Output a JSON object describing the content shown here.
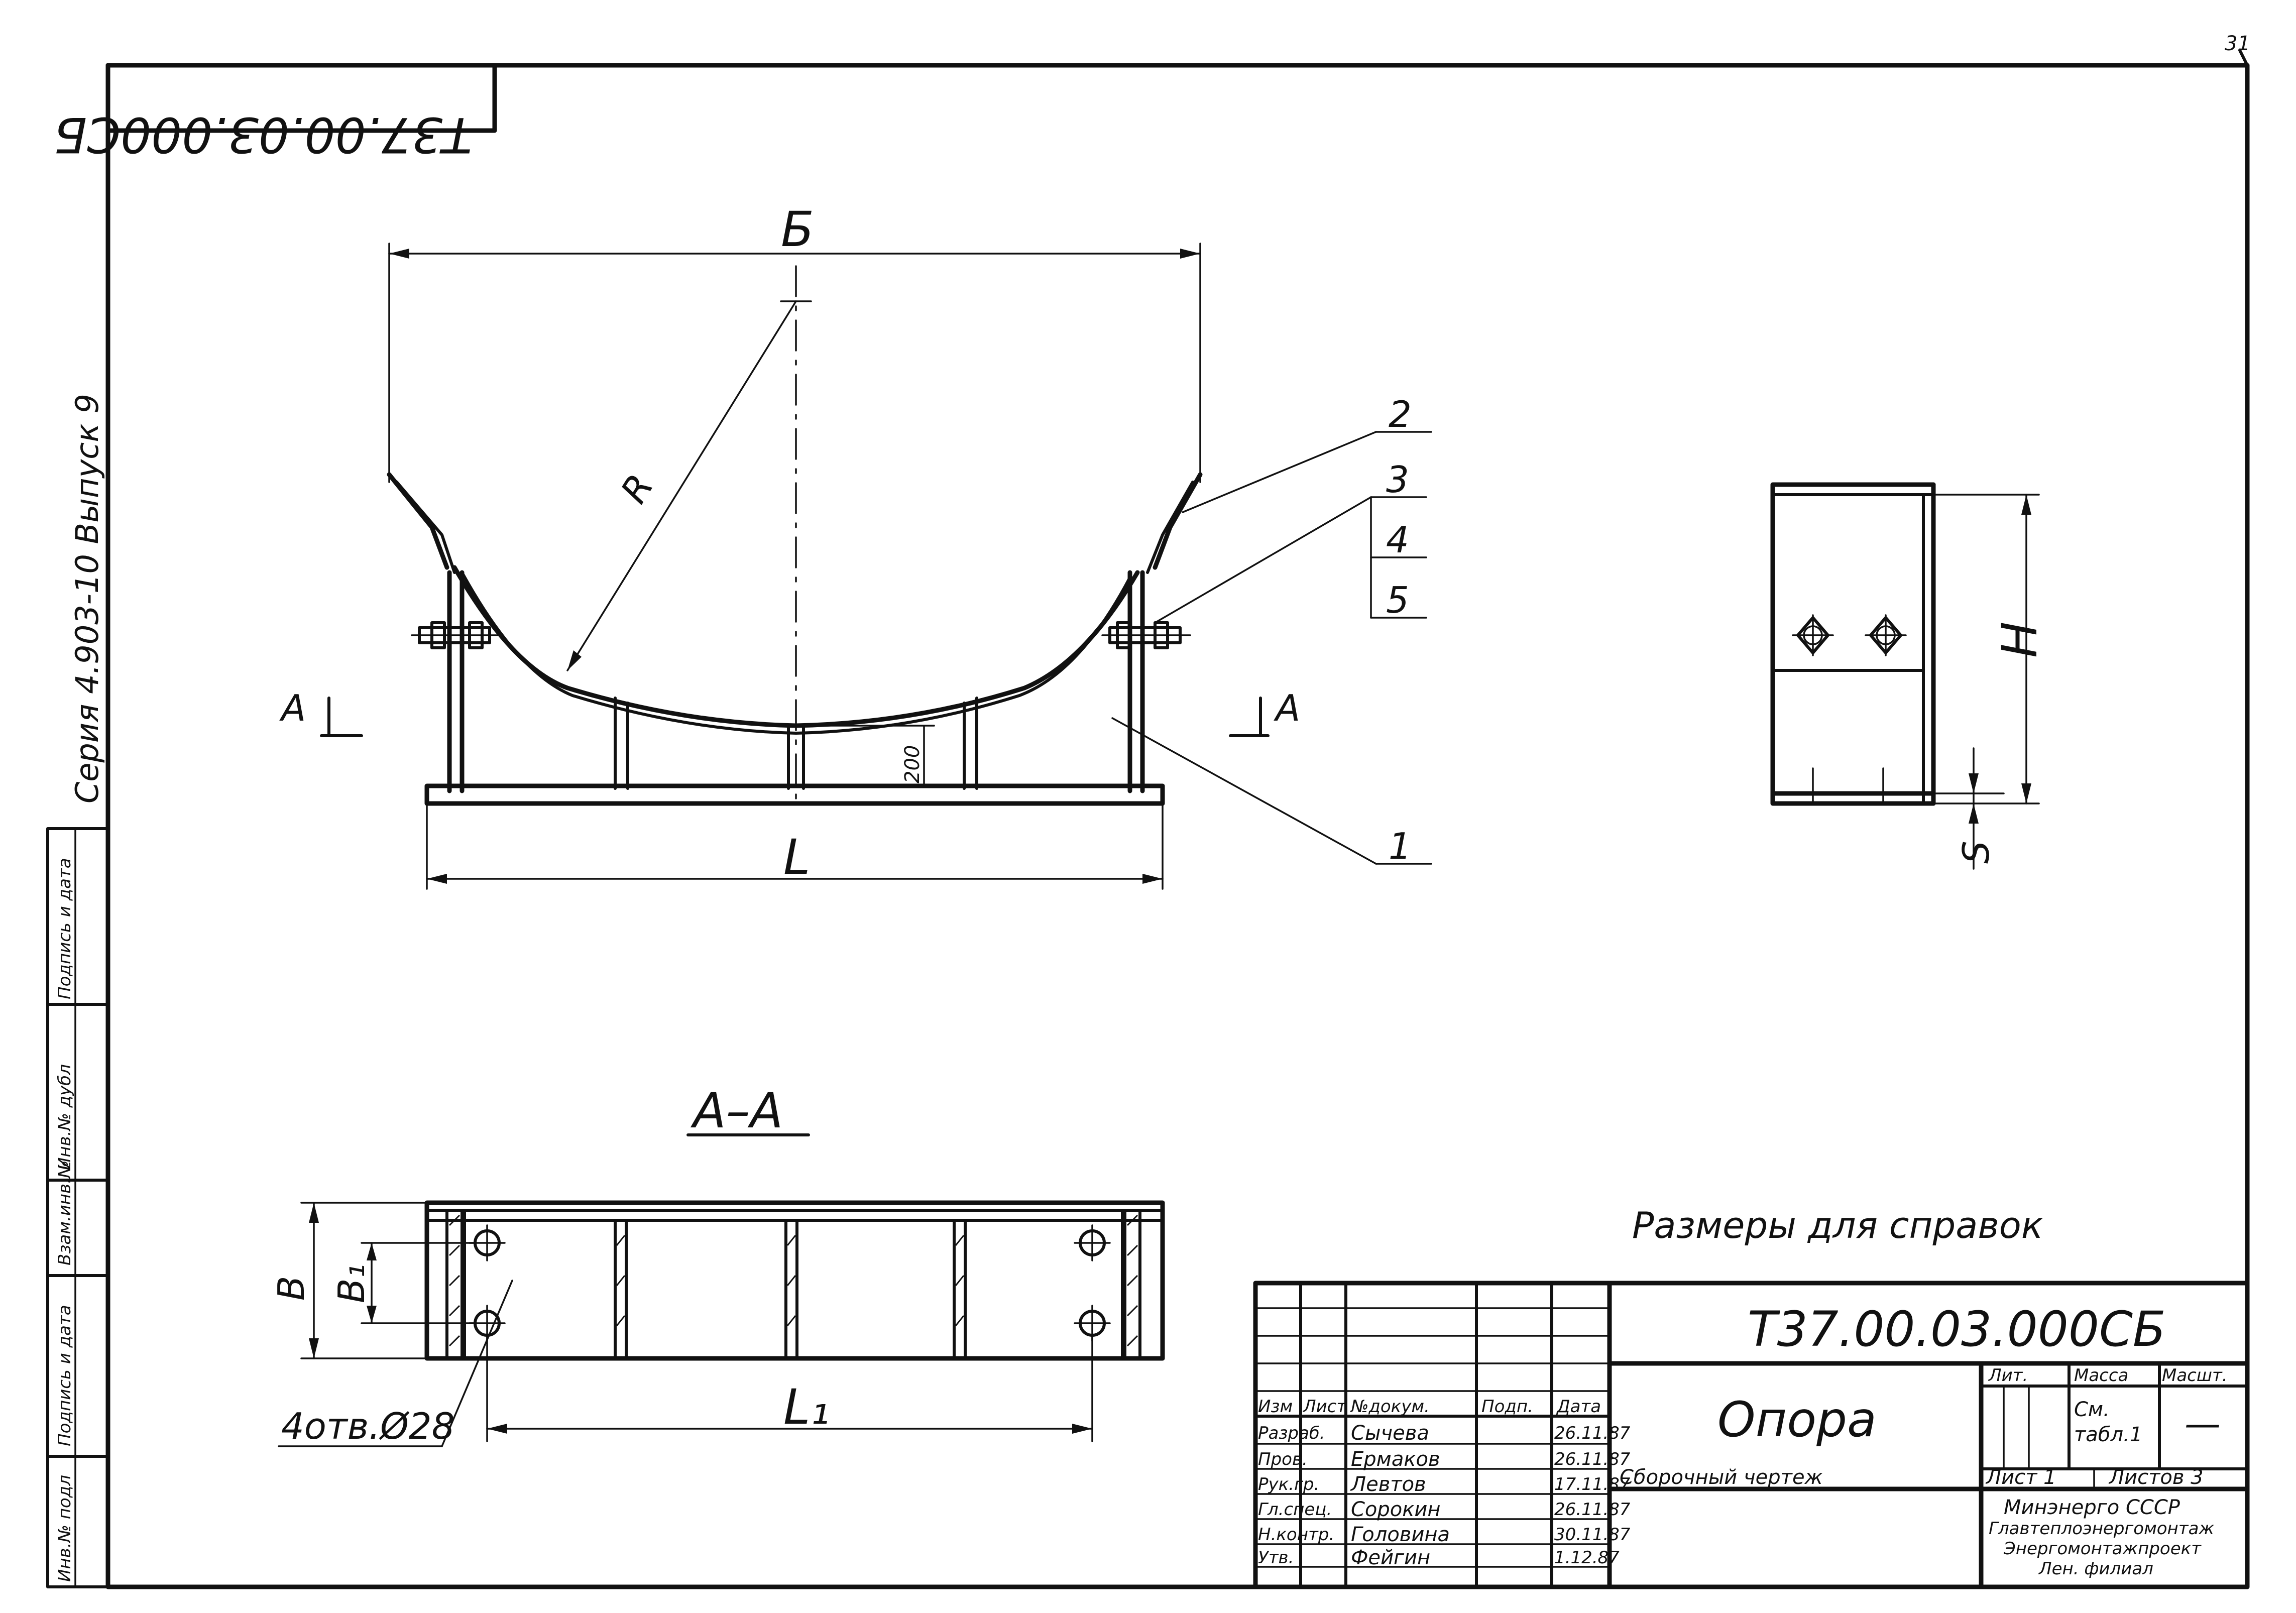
{
  "stamp": {
    "code_rotated": "Т37.00.03.000СБ"
  },
  "page_number": "31",
  "series_label": "Серия 4.903-10 Выпуск 9",
  "left_strip": {
    "fields": [
      "Инв.№ подл",
      "Подпись и дата",
      "Взам.инв.№",
      "Инв.№ дубл",
      "Подпись и дата"
    ]
  },
  "main_view": {
    "width_label": "Б",
    "radius_label": "R",
    "length_label": "L",
    "height_200": "200",
    "section_left": "А",
    "section_right": "А",
    "callouts": [
      "1",
      "2",
      "3",
      "4",
      "5"
    ]
  },
  "side_view": {
    "height_label": "H",
    "thickness_label": "S"
  },
  "section": {
    "title": "А–А",
    "width_label": "В",
    "inner_width_label": "В₁",
    "length_label": "L₁",
    "holes_label": "4отв.Ø28"
  },
  "note": "Размеры для справок",
  "title_block": {
    "designation": "Т37.00.03.000СБ",
    "name": "Опора",
    "doc_type": "Сборочный чертеж",
    "header": {
      "izm": "Изм",
      "list": "Лист",
      "doc": "№докум.",
      "sign": "Подп.",
      "date": "Дата"
    },
    "roles": [
      {
        "role": "Разраб.",
        "name": "Сычева",
        "date": "26.11.87"
      },
      {
        "role": "Пров.",
        "name": "Ермаков",
        "date": "26.11.87"
      },
      {
        "role": "Рук.гр.",
        "name": "Левтов",
        "date": "17.11.87"
      },
      {
        "role": "Гл.спец.",
        "name": "Сорокин",
        "date": "26.11.87"
      },
      {
        "role": "Н.контр.",
        "name": "Головина",
        "date": "30.11.87"
      },
      {
        "role": "Утв.",
        "name": "Фейгин",
        "date": "1.12.87"
      }
    ],
    "lit_label": "Лит.",
    "mass_label": "Масса",
    "scale_label": "Масшт.",
    "mass_value_1": "См.",
    "mass_value_2": "табл.1",
    "scale_value": "—",
    "sheet_label": "Лист 1",
    "sheets_label": "Листов 3",
    "org_line_1": "Минэнерго СССР",
    "org_line_2": "Главтеплоэнергомонтаж",
    "org_line_3": "Энергомонтажпроект",
    "org_line_4": "Лен. филиал"
  }
}
